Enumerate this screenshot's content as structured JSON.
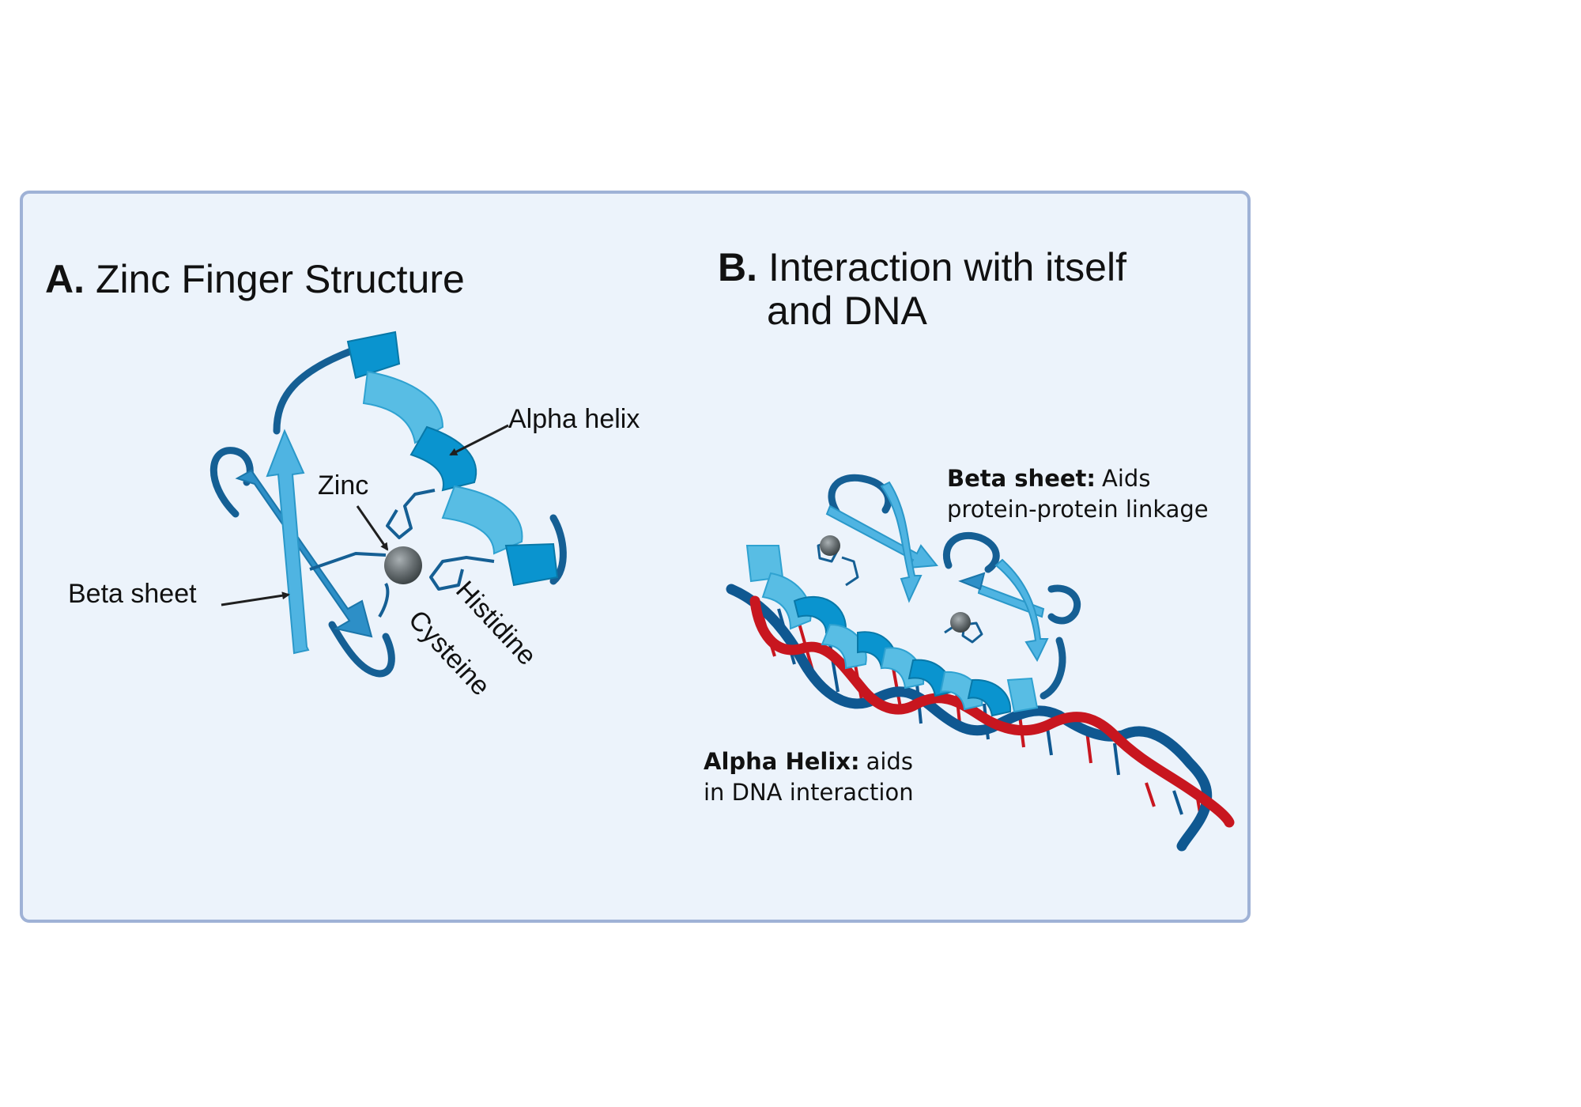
{
  "panel_a": {
    "letter": "A.",
    "title": "Zinc Finger Structure",
    "labels": {
      "alpha_helix": "Alpha helix",
      "zinc": "Zinc",
      "beta_sheet": "Beta sheet",
      "histidine": "Histidine",
      "cysteine": "Cysteine"
    }
  },
  "panel_b": {
    "letter": "B.",
    "title_line1": "Interaction with itself",
    "title_line2": "and DNA",
    "beta_note": {
      "term": "Beta sheet:",
      "text1": "Aids",
      "text2": "protein-protein linkage"
    },
    "alpha_note": {
      "term": "Alpha Helix:",
      "text1": "aids",
      "text2": "in DNA interaction"
    }
  },
  "colors": {
    "panel_background": "#ecf3fb",
    "panel_border": "#9fb2d6",
    "helix": "#0a94cf",
    "beta": "#4fb4e2",
    "coil": "#155f94",
    "zinc": "#6b7275",
    "dna_strand_1": "#0f5891",
    "dna_strand_2": "#c8161f"
  }
}
